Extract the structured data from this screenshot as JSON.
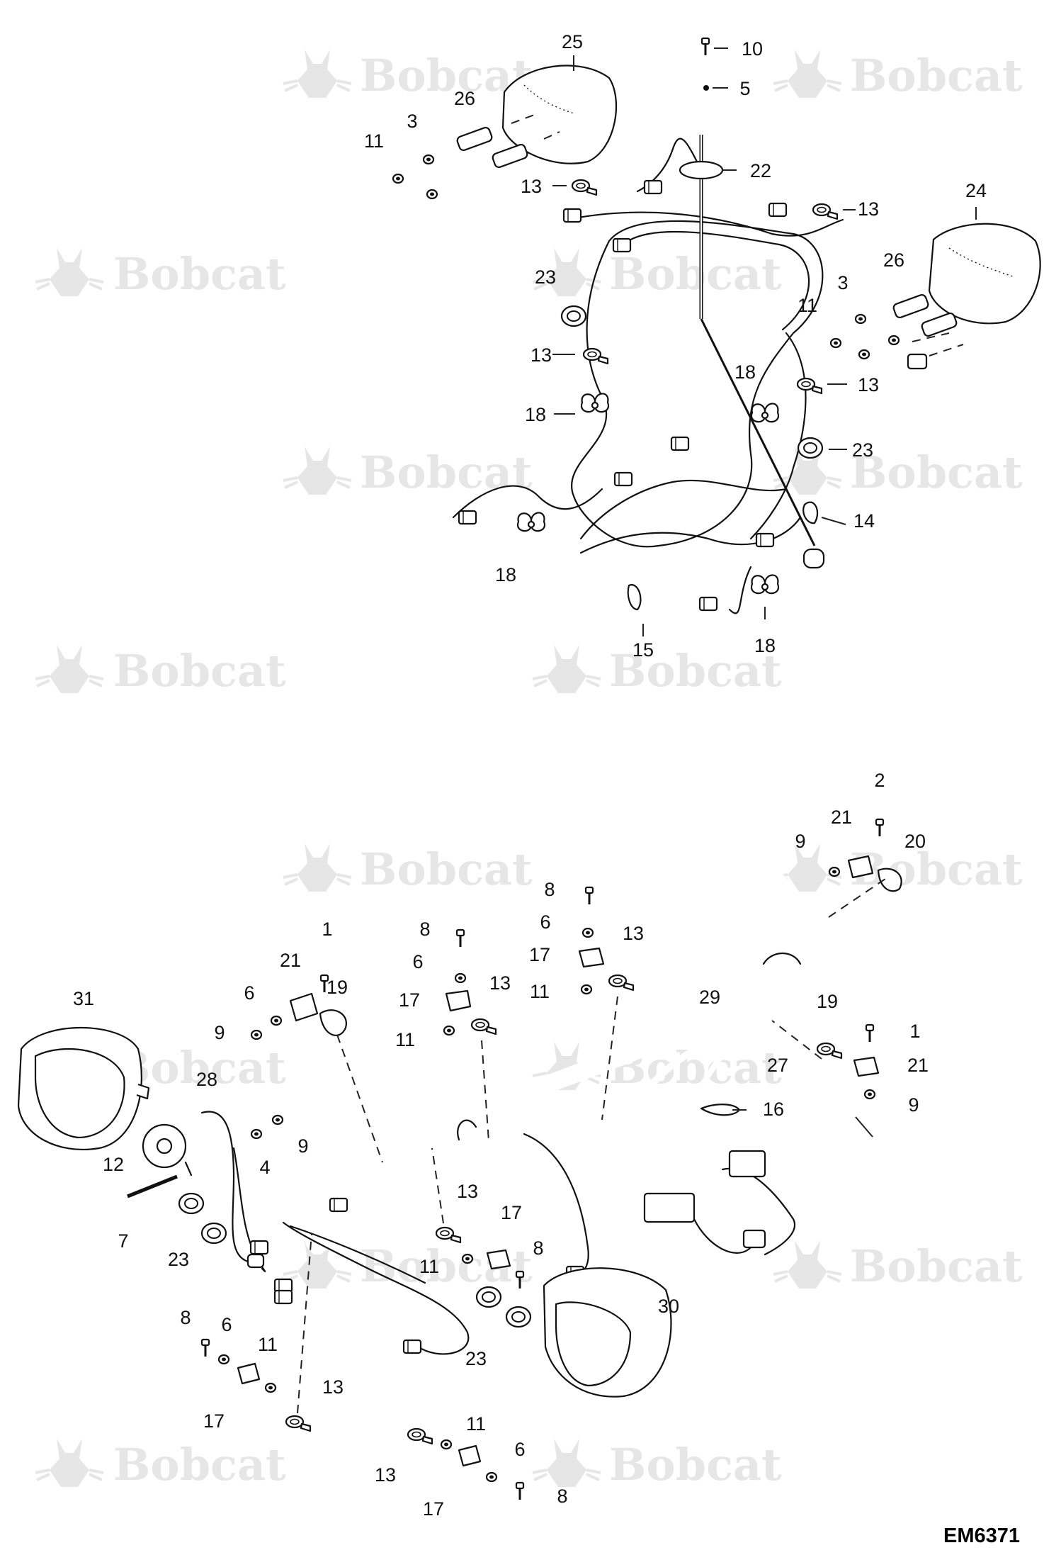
{
  "watermark": {
    "text": "Bobcat"
  },
  "drawing_code": "EM6371",
  "callouts": [
    "25",
    "26",
    "3",
    "11",
    "10",
    "5",
    "22",
    "13",
    "13",
    "24",
    "26",
    "3",
    "11",
    "23",
    "13",
    "18",
    "13",
    "18",
    "23",
    "14",
    "18",
    "15",
    "18",
    "2",
    "21",
    "9",
    "20",
    "8",
    "6",
    "17",
    "11",
    "13",
    "8",
    "6",
    "17",
    "11",
    "13",
    "1",
    "21",
    "6",
    "19",
    "9",
    "31",
    "28",
    "12",
    "4",
    "9",
    "7",
    "23",
    "29",
    "27",
    "19",
    "1",
    "21",
    "9",
    "16",
    "13",
    "17",
    "11",
    "8",
    "8",
    "6",
    "11",
    "17",
    "13",
    "30",
    "23",
    "11",
    "6",
    "13",
    "17",
    "8"
  ]
}
